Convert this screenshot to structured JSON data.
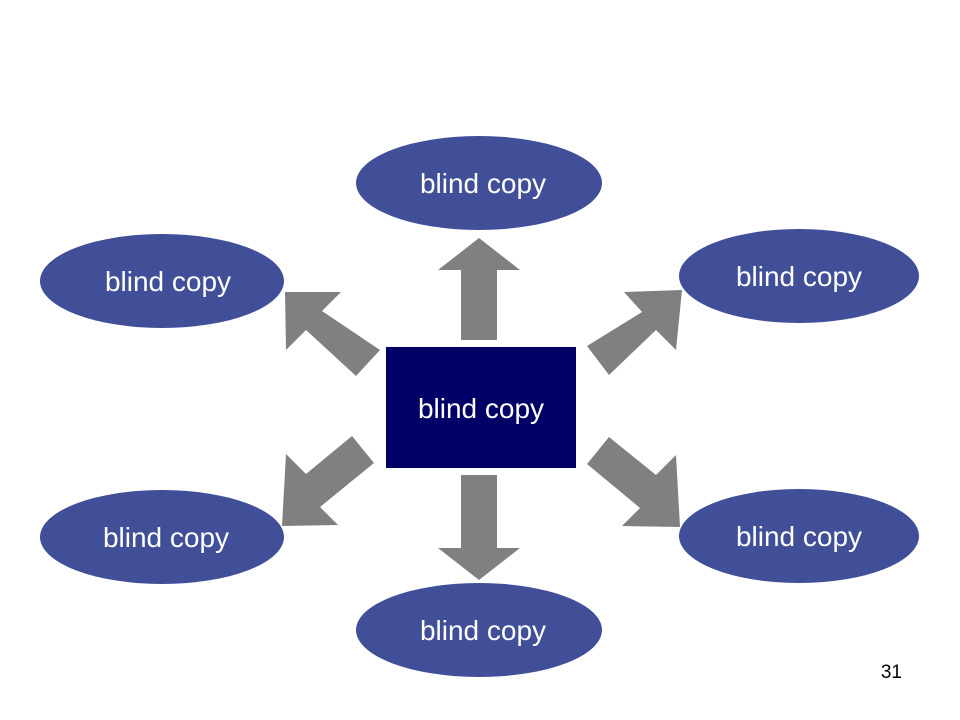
{
  "center": {
    "label": "blind copy"
  },
  "nodes": [
    {
      "id": "top",
      "label": "blind copy"
    },
    {
      "id": "top-right",
      "label": "blind copy"
    },
    {
      "id": "bottom-right",
      "label": "blind copy"
    },
    {
      "id": "bottom",
      "label": "blind copy"
    },
    {
      "id": "bottom-left",
      "label": "blind copy"
    },
    {
      "id": "top-left",
      "label": "blind copy"
    }
  ],
  "page_number": "31",
  "colors": {
    "node_fill": "#404f98",
    "center_fill": "#000066",
    "arrow_fill": "#808080",
    "text": "#ffffff"
  }
}
